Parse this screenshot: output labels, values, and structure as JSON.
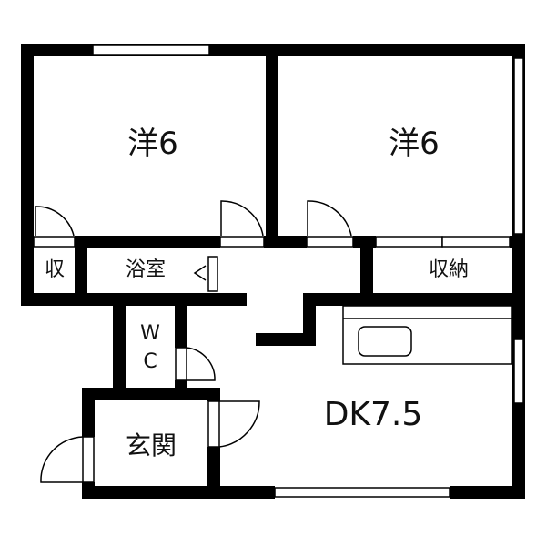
{
  "floorplan": {
    "rooms": [
      {
        "id": "western-room-left",
        "label": "洋6"
      },
      {
        "id": "western-room-right",
        "label": "洋6"
      },
      {
        "id": "storage-small",
        "label": "収"
      },
      {
        "id": "bathroom",
        "label": "浴室"
      },
      {
        "id": "storage-closet",
        "label": "収納"
      },
      {
        "id": "toilet",
        "label_line1": "W",
        "label_line2": "C"
      },
      {
        "id": "entrance",
        "label": "玄関"
      },
      {
        "id": "dining-kitchen",
        "label": "DK7.5"
      }
    ],
    "colors": {
      "wall": "#000000",
      "background": "#ffffff",
      "line": "#111111"
    }
  }
}
